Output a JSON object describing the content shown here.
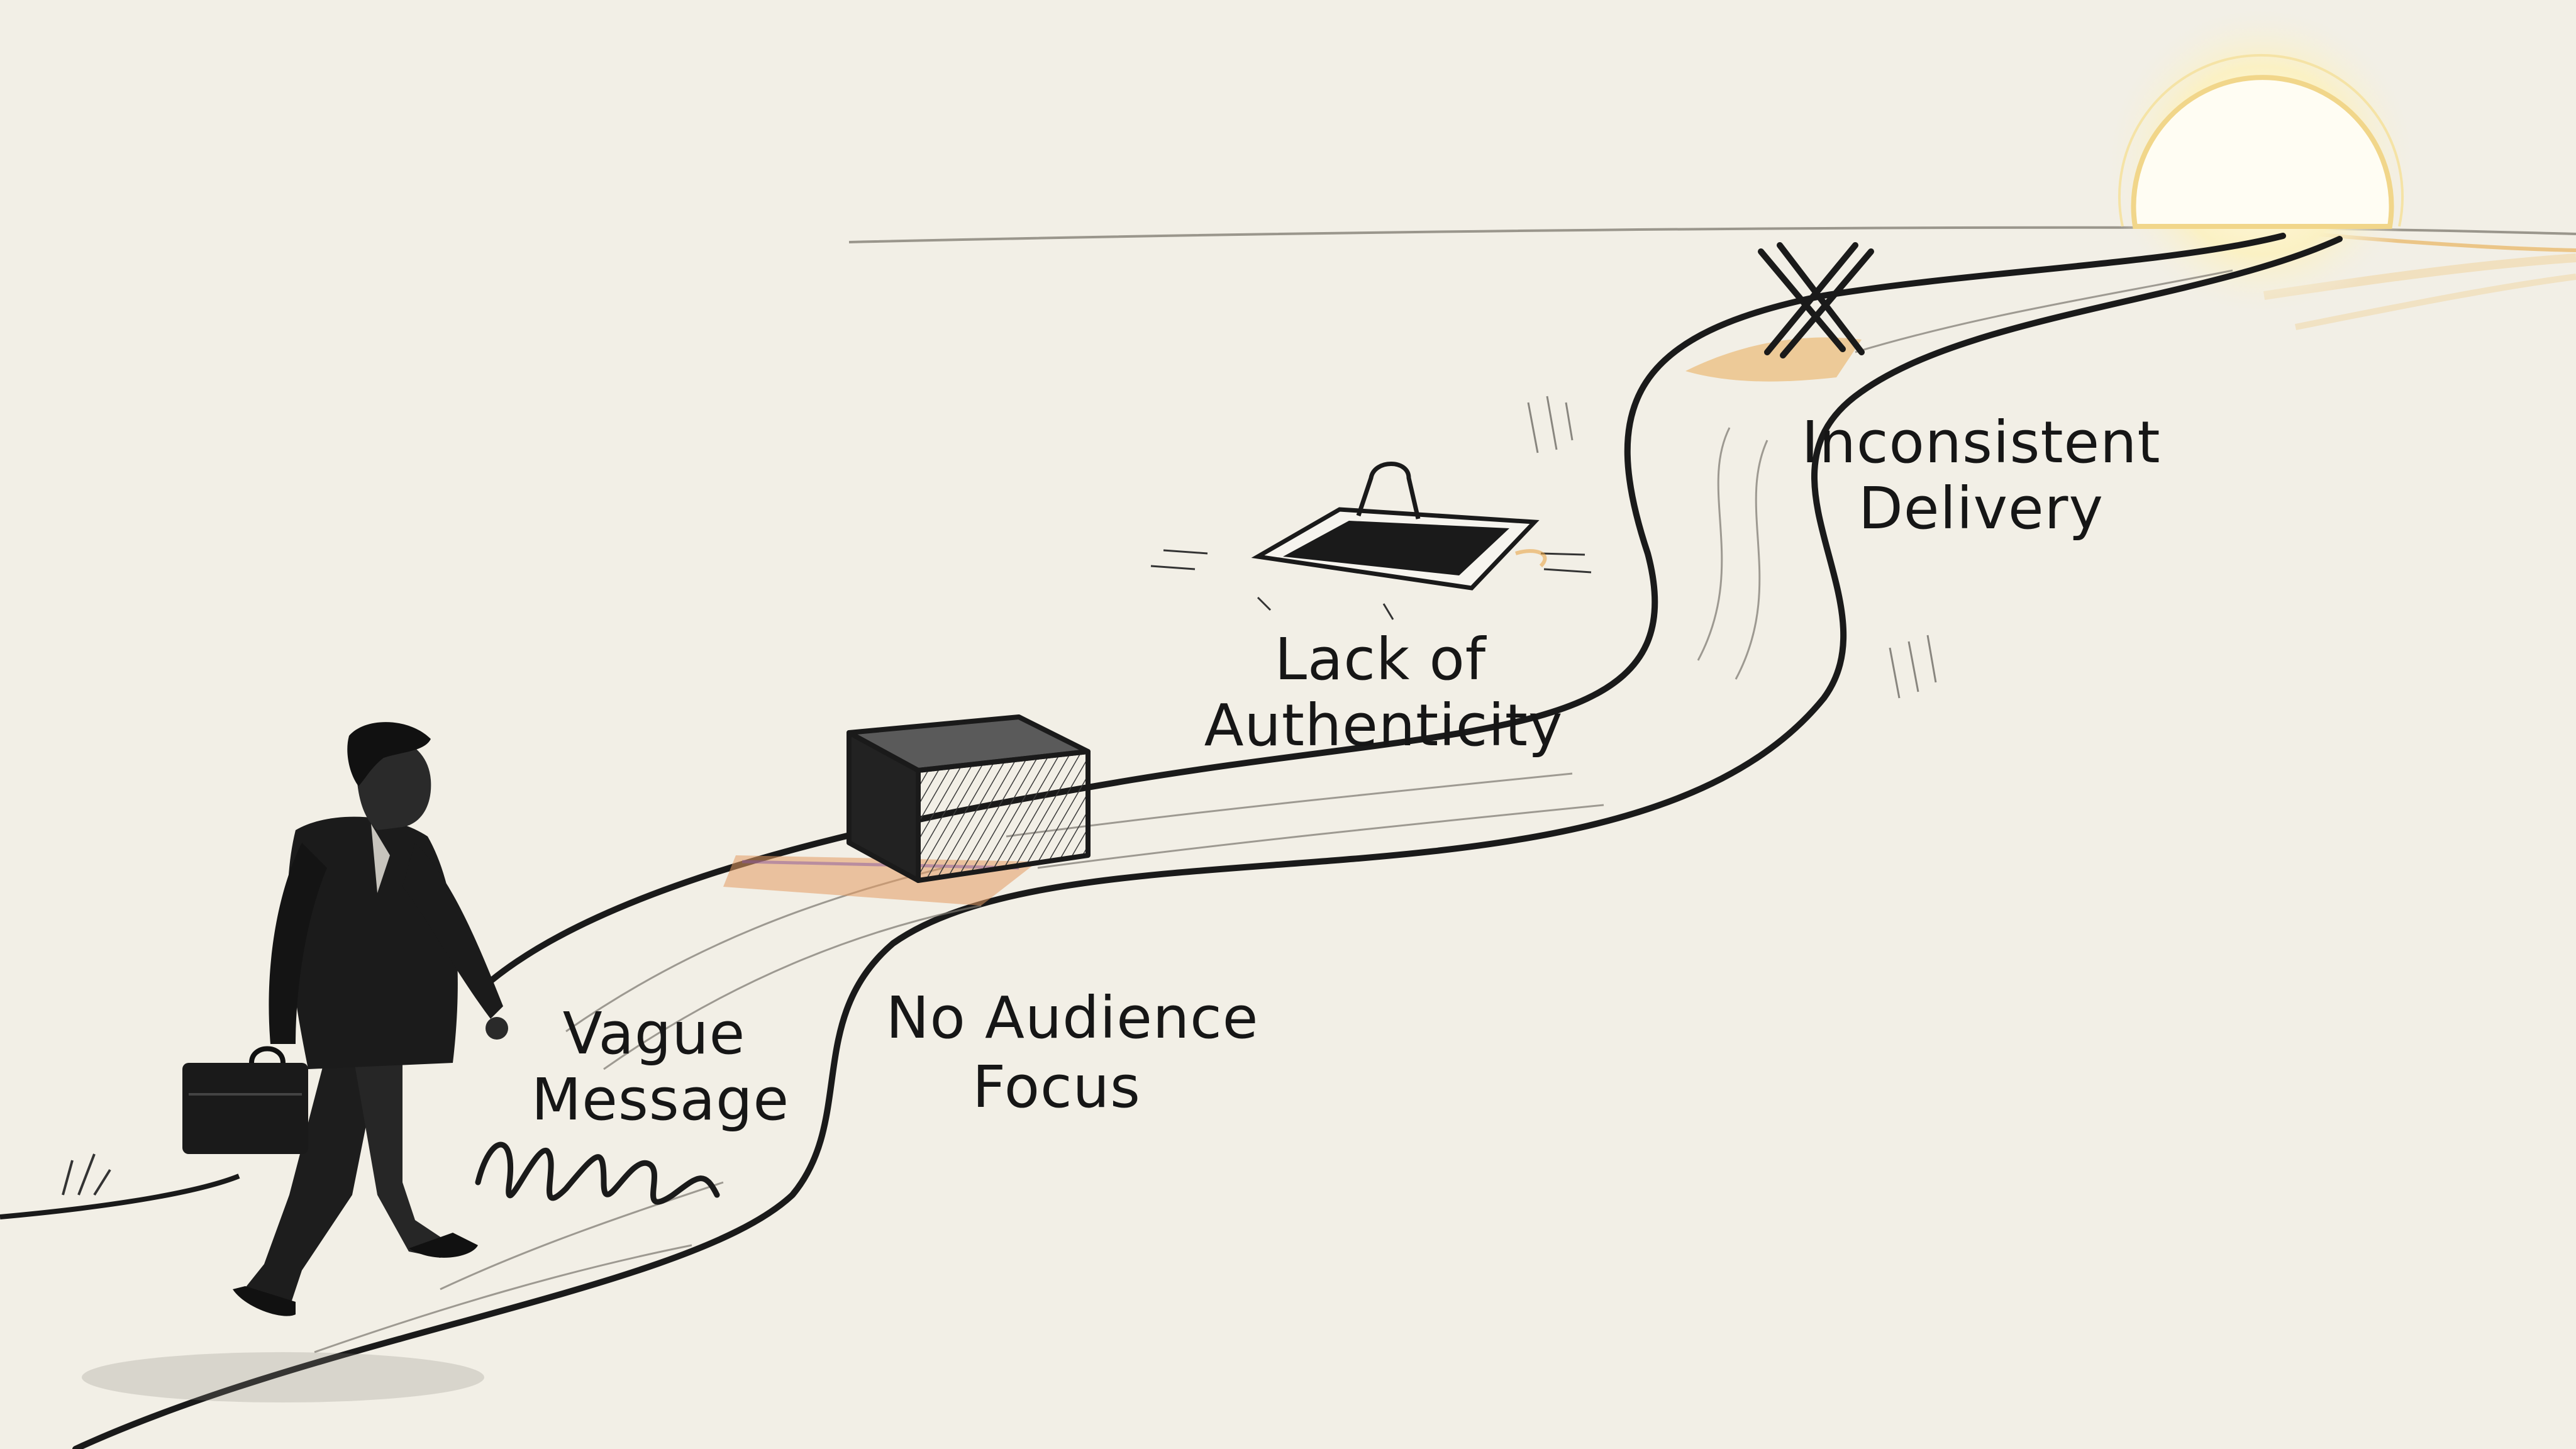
{
  "colors": {
    "paper": "#f2efe6",
    "ink": "#161616",
    "warm_accent": "#e8a54a",
    "sun_glow": "#f3dd8c"
  },
  "figure": {
    "icon": "walking-businessman-icon",
    "prop_icon": "briefcase-icon"
  },
  "obstacles": [
    {
      "label_lines": [
        "Vague",
        "Message"
      ],
      "icon": "scribble-icon"
    },
    {
      "label_lines": [
        "No Audience",
        "Focus"
      ],
      "icon": "box-icon"
    },
    {
      "label_lines": [
        "Lack of",
        "Authenticity"
      ],
      "icon": "pit-hole-icon"
    },
    {
      "label_lines": [
        "Inconsistent",
        "Delivery"
      ],
      "icon": "cross-mark-icon"
    }
  ],
  "destination": {
    "icon": "sun-icon"
  }
}
